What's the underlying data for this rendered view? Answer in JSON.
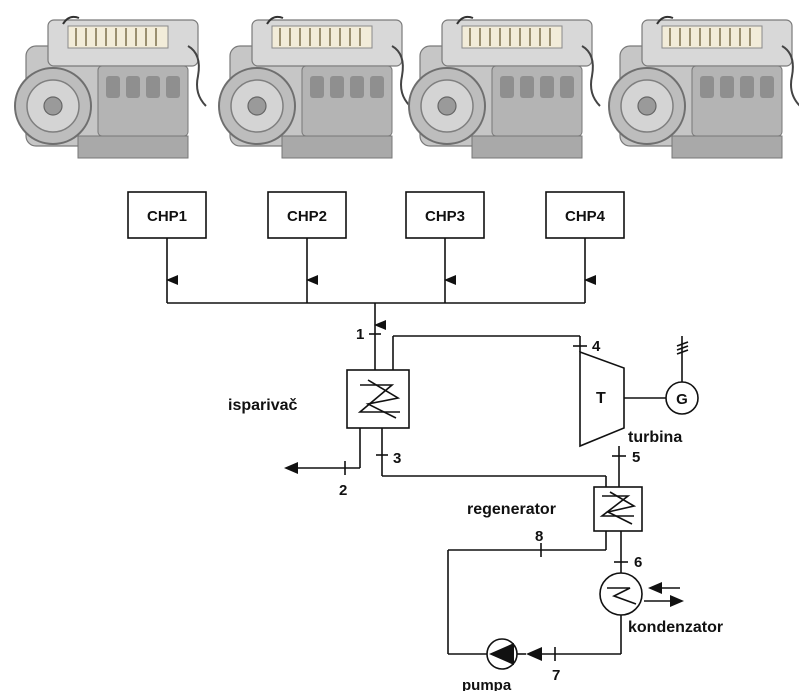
{
  "engines": [
    {
      "label": "CHP1"
    },
    {
      "label": "CHP2"
    },
    {
      "label": "CHP3"
    },
    {
      "label": "CHP4"
    }
  ],
  "components": {
    "evaporator": "isparivač",
    "turbine_symbol": "T",
    "turbine": "turbina",
    "generator_symbol": "G",
    "regenerator": "regenerator",
    "condenser": "kondenzator",
    "pump": "pumpa"
  },
  "points": [
    "1",
    "2",
    "3",
    "4",
    "5",
    "6",
    "7",
    "8"
  ],
  "colors": {
    "line": "#111111",
    "engine_body": "#c9c9c9",
    "engine_dark": "#8c8c8c"
  }
}
